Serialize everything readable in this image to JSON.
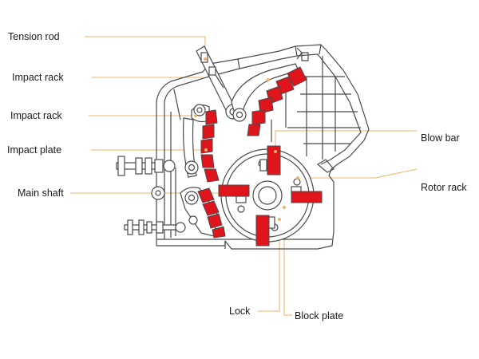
{
  "labels": {
    "tension_rod": "Tension rod",
    "impact_rack_upper": "Impact rack",
    "impact_rack_lower": "Impact rack",
    "impact_plate": "Impact plate",
    "main_shaft": "Main shaft",
    "blow_bar": "Blow bar",
    "rotor_rack": "Rotor rack",
    "lock": "Lock",
    "block_plate": "Block plate"
  },
  "colors": {
    "leader_line": "#e8b46a",
    "wear_parts": "#e0141b",
    "outline": "#4a4a4a"
  }
}
